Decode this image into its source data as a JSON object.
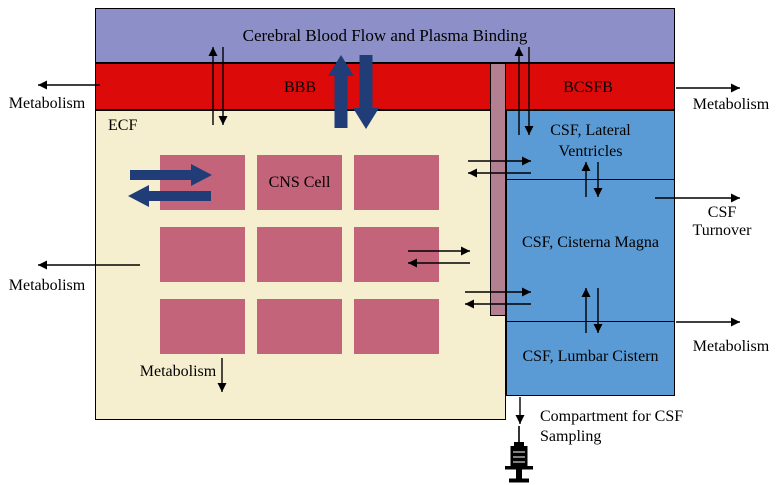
{
  "figure": {
    "type": "diagram",
    "description": "Physiological CNS compartment model: plasma, BBB/BCSFB barriers, brain ECF with CNS cells, CSF compartments, metabolism and CSF turnover arrows, CSF sampling syringe"
  },
  "colors": {
    "plasma_band": "#8d90c8",
    "barrier_red": "#dd0a0a",
    "ecf_cream": "#f6efcf",
    "csf_blue": "#5b9bd5",
    "cell_pink": "#c4647b",
    "strip_mauve": "#b28090",
    "block_arrow_navy": "#203d78",
    "line_black": "#000000"
  },
  "compartments": {
    "plasma_label": "Cerebral Blood Flow and Plasma Binding",
    "bbb_label": "BBB",
    "bcsfb_label": "BCSFB",
    "ecf_label": "ECF",
    "cns_cell_label": "CNS Cell",
    "csf_lateral_label": "CSF, Lateral Ventricles",
    "csf_cisterna_label": "CSF, Cisterna Magna",
    "csf_lumbar_label": "CSF, Lumbar Cistern"
  },
  "labels": {
    "metabolism": "Metabolism",
    "csf_turnover": "CSF Turnover",
    "csf_sampling": "Compartment for CSF Sampling"
  }
}
